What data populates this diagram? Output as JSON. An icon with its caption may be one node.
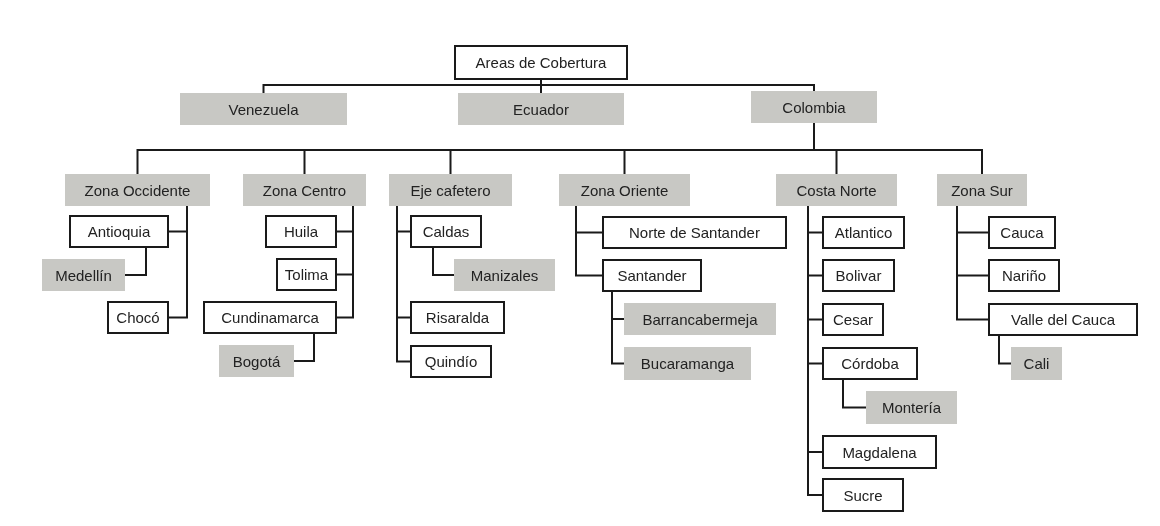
{
  "diagram": {
    "nodes": [
      {
        "text": [
          "Areas de Cobertura"
        ]
      },
      {
        "text": [
          "Venezuela"
        ]
      },
      {
        "text": [
          "Ecuador"
        ]
      },
      {
        "text": [
          "Colombia"
        ]
      },
      {
        "text": [
          "Zona Occidente"
        ]
      },
      {
        "text": [
          "Zona Centro"
        ]
      },
      {
        "text": [
          "Eje cafetero"
        ]
      },
      {
        "text": [
          "Zona Oriente"
        ]
      },
      {
        "text": [
          "Costa Norte"
        ]
      },
      {
        "text": [
          "Zona Sur"
        ]
      },
      {
        "text": [
          "Antioquia"
        ]
      },
      {
        "text": [
          "Medellín"
        ]
      },
      {
        "text": [
          "Chocó"
        ]
      },
      {
        "text": [
          "Huila"
        ]
      },
      {
        "text": [
          "Tolima"
        ]
      },
      {
        "text": [
          "Cundinamarca"
        ]
      },
      {
        "text": [
          "Bogotá"
        ]
      },
      {
        "text": [
          "Caldas"
        ]
      },
      {
        "text": [
          "Manizales"
        ]
      },
      {
        "text": [
          "Risaralda"
        ]
      },
      {
        "text": [
          "Quindío"
        ]
      },
      {
        "text": [
          "Norte de Santander"
        ]
      },
      {
        "text": [
          "Santander"
        ]
      },
      {
        "text": [
          "Barrancabermeja"
        ]
      },
      {
        "text": [
          "Bucaramanga"
        ]
      },
      {
        "text": [
          "Atlantico"
        ]
      },
      {
        "text": [
          "Bolivar"
        ]
      },
      {
        "text": [
          "Cesar"
        ]
      },
      {
        "text": [
          "Córdoba"
        ]
      },
      {
        "text": [
          "Montería"
        ]
      },
      {
        "text": [
          "Magdalena"
        ]
      },
      {
        "text": [
          "Sucre"
        ]
      },
      {
        "text": [
          "Cauca"
        ]
      },
      {
        "text": [
          "Nariño"
        ]
      },
      {
        "text": [
          "Valle del Cauca"
        ]
      },
      {
        "text": [
          "Cali"
        ]
      }
    ],
    "edges": [
      {
        "from": 0,
        "to": 1,
        "arrow": "none"
      },
      {
        "from": 0,
        "to": 2,
        "arrow": "none"
      },
      {
        "from": 0,
        "to": 3,
        "arrow": "none"
      },
      {
        "from": 3,
        "to": 4,
        "arrow": "none"
      },
      {
        "from": 3,
        "to": 5,
        "arrow": "none"
      },
      {
        "from": 3,
        "to": 6,
        "arrow": "none"
      },
      {
        "from": 3,
        "to": 7,
        "arrow": "none"
      },
      {
        "from": 3,
        "to": 8,
        "arrow": "none"
      },
      {
        "from": 3,
        "to": 9,
        "arrow": "none"
      },
      {
        "from": 4,
        "to": 10,
        "arrow": "none"
      },
      {
        "from": 10,
        "to": 11,
        "arrow": "none"
      },
      {
        "from": 4,
        "to": 12,
        "arrow": "none"
      },
      {
        "from": 5,
        "to": 13,
        "arrow": "none"
      },
      {
        "from": 5,
        "to": 14,
        "arrow": "none"
      },
      {
        "from": 5,
        "to": 15,
        "arrow": "none"
      },
      {
        "from": 15,
        "to": 16,
        "arrow": "none"
      },
      {
        "from": 6,
        "to": 17,
        "arrow": "none"
      },
      {
        "from": 17,
        "to": 18,
        "arrow": "none"
      },
      {
        "from": 6,
        "to": 19,
        "arrow": "none"
      },
      {
        "from": 6,
        "to": 20,
        "arrow": "none"
      },
      {
        "from": 7,
        "to": 21,
        "arrow": "none"
      },
      {
        "from": 7,
        "to": 22,
        "arrow": "none"
      },
      {
        "from": 22,
        "to": 23,
        "arrow": "none"
      },
      {
        "from": 22,
        "to": 24,
        "arrow": "none"
      },
      {
        "from": 8,
        "to": 25,
        "arrow": "none"
      },
      {
        "from": 8,
        "to": 26,
        "arrow": "none"
      },
      {
        "from": 8,
        "to": 27,
        "arrow": "none"
      },
      {
        "from": 8,
        "to": 28,
        "arrow": "none"
      },
      {
        "from": 28,
        "to": 29,
        "arrow": "none"
      },
      {
        "from": 8,
        "to": 30,
        "arrow": "none"
      },
      {
        "from": 8,
        "to": 31,
        "arrow": "none"
      },
      {
        "from": 9,
        "to": 32,
        "arrow": "none"
      },
      {
        "from": 9,
        "to": 33,
        "arrow": "none"
      },
      {
        "from": 9,
        "to": 34,
        "arrow": "none"
      },
      {
        "from": 34,
        "to": 35,
        "arrow": "none"
      }
    ]
  }
}
